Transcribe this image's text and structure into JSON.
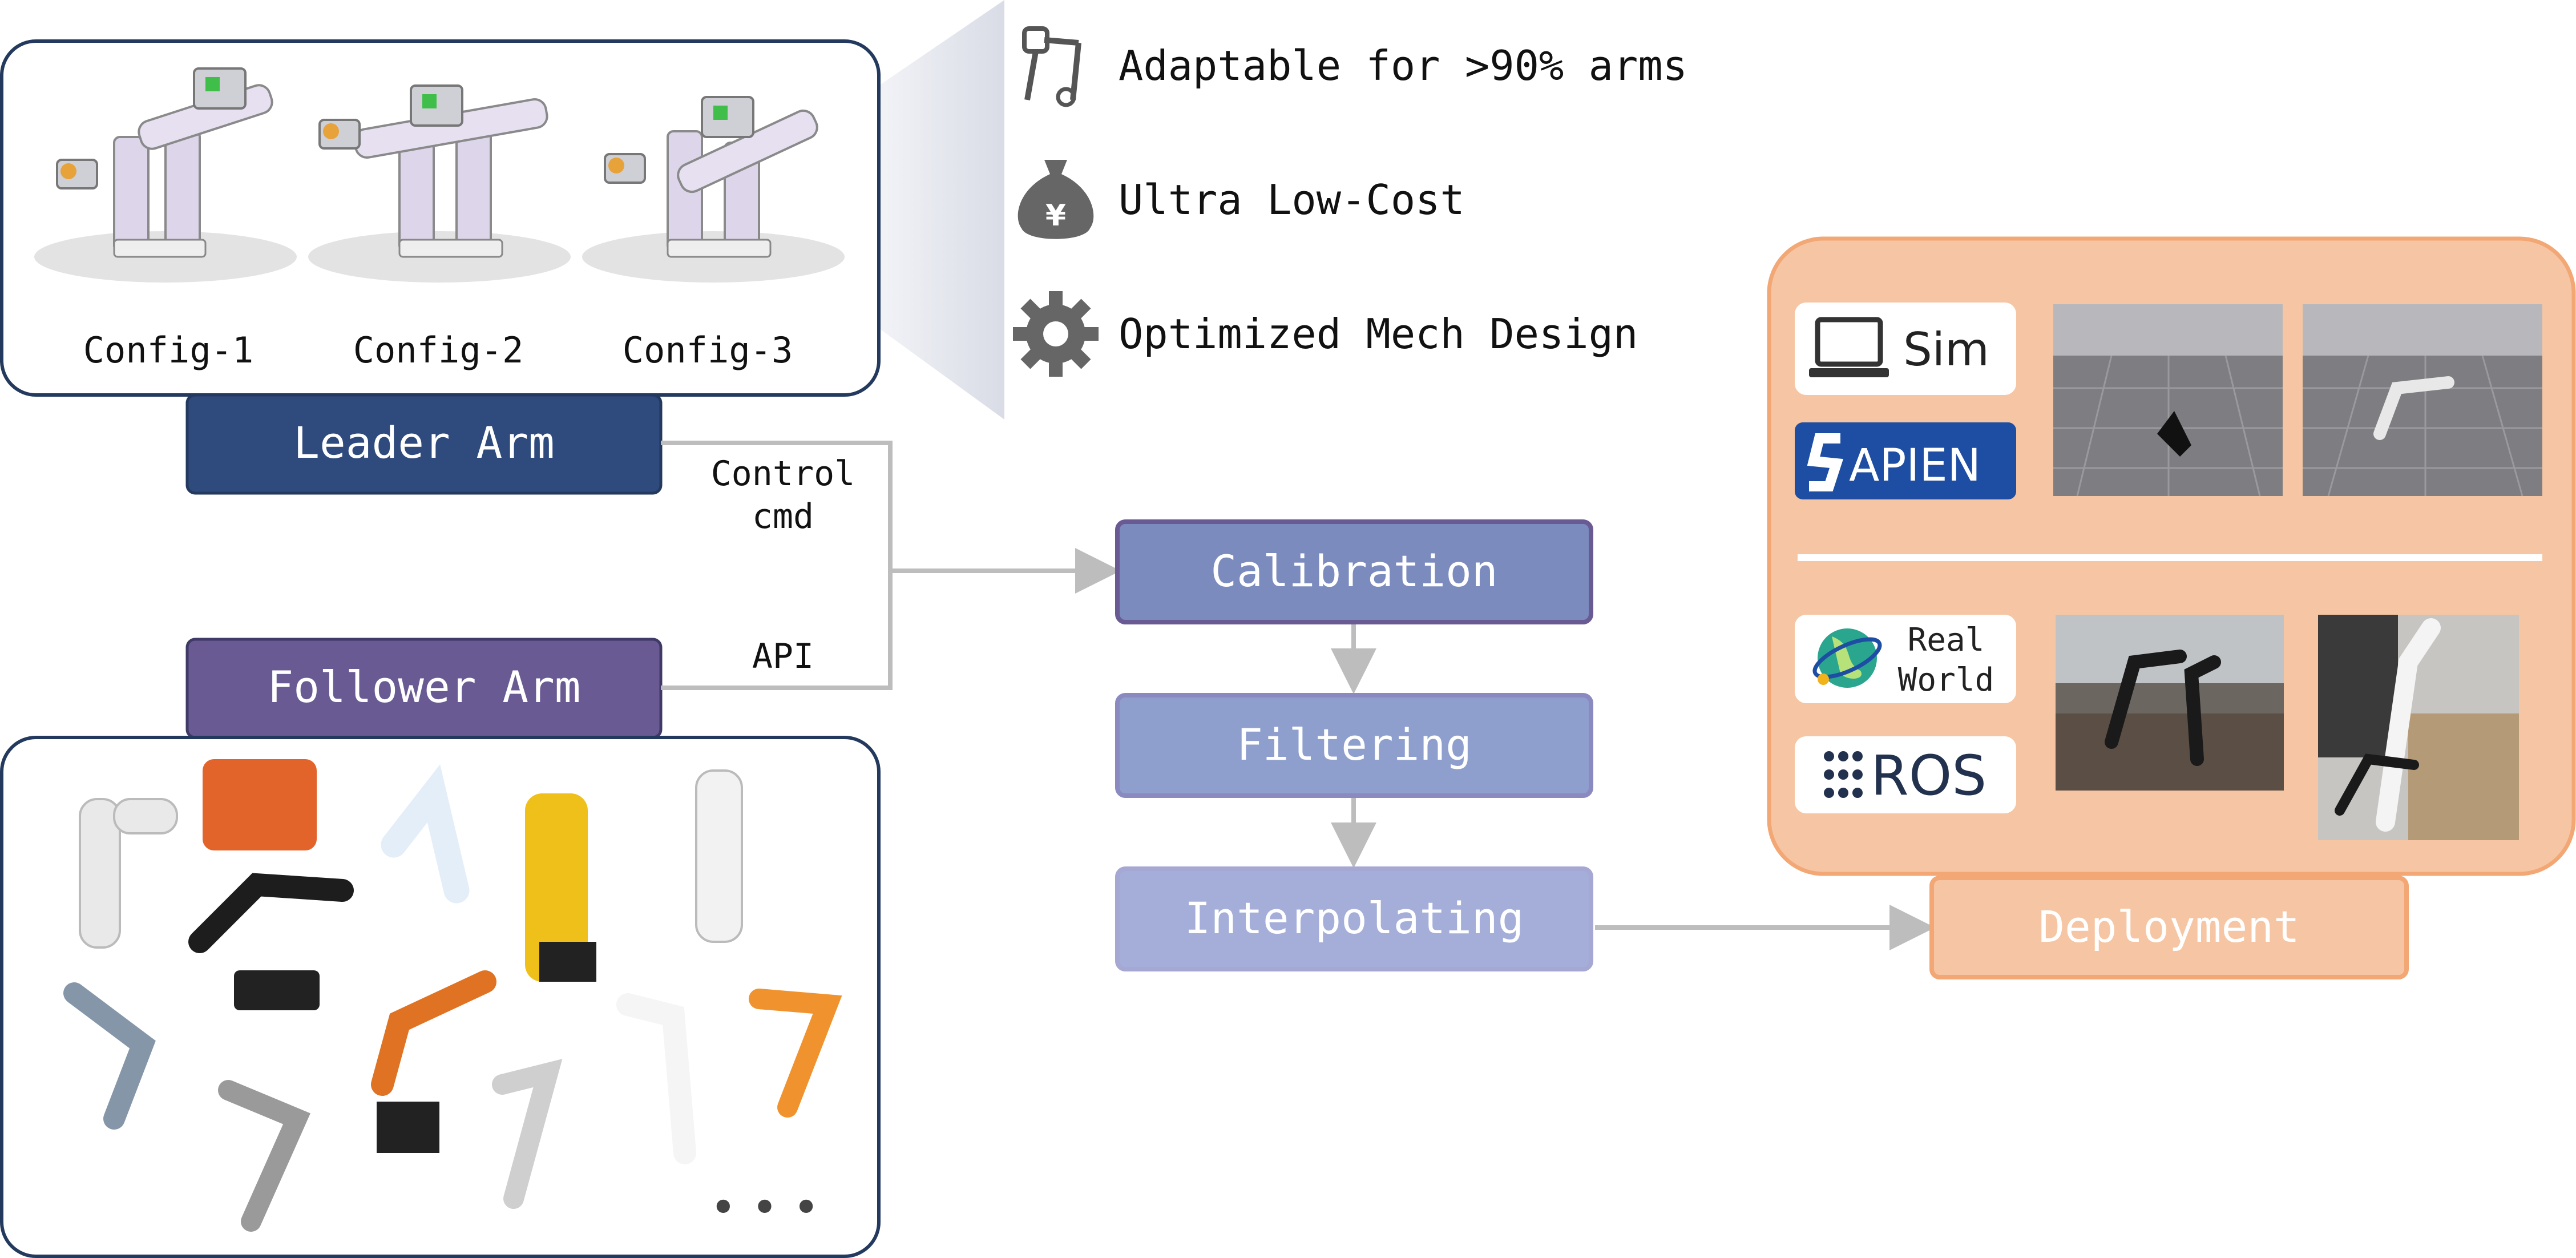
{
  "leader_panel": {
    "configs": [
      "Config-1",
      "Config-2",
      "Config-3"
    ]
  },
  "leader_arm_label": "Leader Arm",
  "follower_arm_label": "Follower Arm",
  "features": [
    {
      "icon": "robot-arm-icon",
      "text": "Adaptable for >90% arms"
    },
    {
      "icon": "money-bag-icon",
      "text": "Ultra Low-Cost"
    },
    {
      "icon": "gear-icon",
      "text": "Optimized Mech Design"
    }
  ],
  "connector_labels": {
    "control_line1": "Control",
    "control_line2": "cmd",
    "api": "API"
  },
  "pipeline": [
    "Calibration",
    "Filtering",
    "Interpolating"
  ],
  "deployment": {
    "label": "Deployment",
    "sim_label": "Sim",
    "sapien_label": "APIEN",
    "real_world_line1": "Real",
    "real_world_line2": "World",
    "ros_label": "ROS"
  },
  "more_indicator": "• • •",
  "colors": {
    "leader_box": "#2f4a7d",
    "follower_box": "#6a5a94",
    "calibration": "#7b8bbd",
    "filtering": "#8f9fcd",
    "interpolating": "#a4aed8",
    "deployment_panel": "#f6c6a4",
    "deployment_border": "#f2a774",
    "panel_border": "#233a5e",
    "connector": "#bdbdbd",
    "sapien_blue": "#1d4ea3"
  }
}
